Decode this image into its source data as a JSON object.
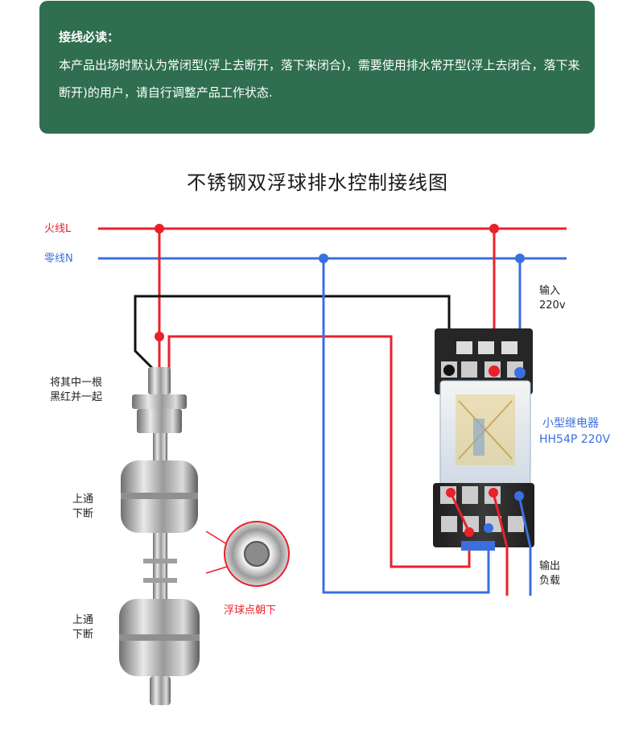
{
  "notice": {
    "title": "接线必读：",
    "body": "本产品出场时默认为常闭型(浮上去断开，落下来闭合)，需要使用排水常开型(浮上去闭合，落下来断开)的用户，请自行调整产品工作状态."
  },
  "diagram": {
    "title": "不锈钢双浮球排水控制接线图",
    "live_line": "火线L",
    "neutral_line": "零线N",
    "input": [
      "输入",
      "220v"
    ],
    "relay": [
      "小型继电器",
      "HH54P 220V"
    ],
    "output": [
      "输出",
      "负载"
    ],
    "join_note": [
      "将其中一根",
      "黑红并一起"
    ],
    "float_upper": [
      "上通",
      "下断"
    ],
    "float_lower": [
      "上通",
      "下断"
    ],
    "float_dot": "浮球点朝下"
  },
  "colors": {
    "banner": "#2f6e4f",
    "live": "#e8212b",
    "neutral": "#3a6fe0",
    "black_wire": "#111111"
  }
}
